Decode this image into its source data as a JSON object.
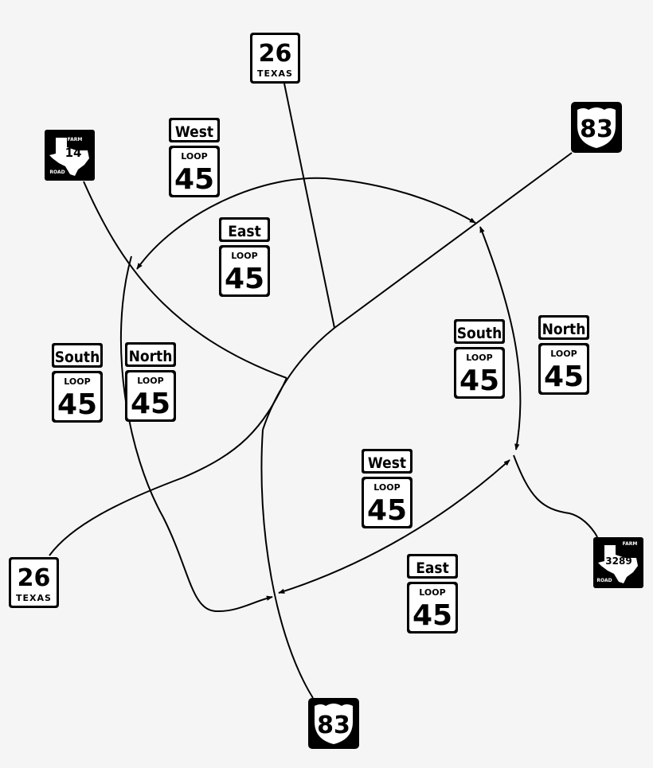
{
  "routes": {
    "texas_26": {
      "number": "26",
      "state": "TEXAS"
    },
    "us_83": {
      "number": "83"
    },
    "fm_14": {
      "number": "14",
      "farm": "FARM",
      "road": "ROAD"
    },
    "fm_3289": {
      "number": "3289",
      "farm": "FARM",
      "road": "ROAD"
    },
    "loop_45": {
      "label": "LOOP",
      "number": "45"
    }
  },
  "directions": {
    "west": "West",
    "east": "East",
    "south": "South",
    "north": "North"
  },
  "colors": {
    "background": "#f5f5f5",
    "line": "#000000",
    "sign_face": "#ffffff",
    "shield_fill": "#000000"
  }
}
